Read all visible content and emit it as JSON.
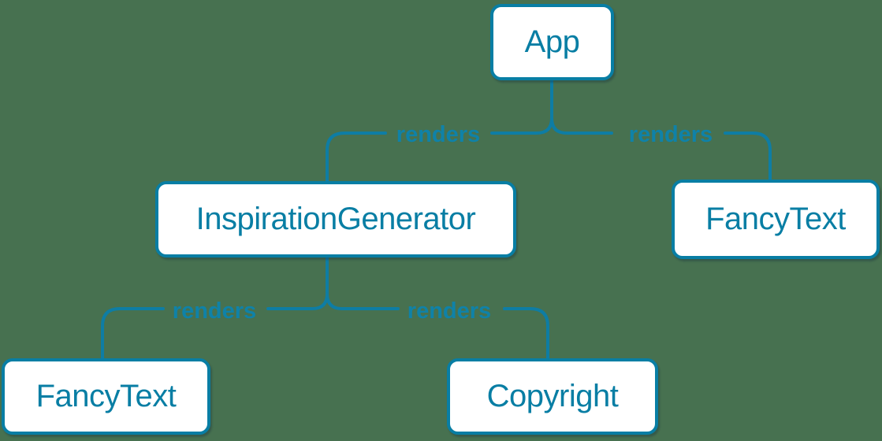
{
  "diagram": {
    "type": "component-tree",
    "nodes": [
      {
        "id": "app",
        "label": "App"
      },
      {
        "id": "inspiration-generator",
        "label": "InspirationGenerator"
      },
      {
        "id": "fancy-text-top",
        "label": "FancyText"
      },
      {
        "id": "fancy-text-bottom",
        "label": "FancyText"
      },
      {
        "id": "copyright",
        "label": "Copyright"
      }
    ],
    "edges": [
      {
        "from": "App",
        "to": "InspirationGenerator",
        "label": "renders"
      },
      {
        "from": "App",
        "to": "FancyText",
        "label": "renders"
      },
      {
        "from": "InspirationGenerator",
        "to": "FancyText",
        "label": "renders"
      },
      {
        "from": "InspirationGenerator",
        "to": "Copyright",
        "label": "renders"
      }
    ],
    "theme": {
      "background": "#477150",
      "node_fill": "#FFFFFF",
      "node_border": "#087EA4",
      "node_text": "#087EA4",
      "edge_color": "#0E7DA4",
      "edge_label_color": "#0F82A8"
    }
  }
}
